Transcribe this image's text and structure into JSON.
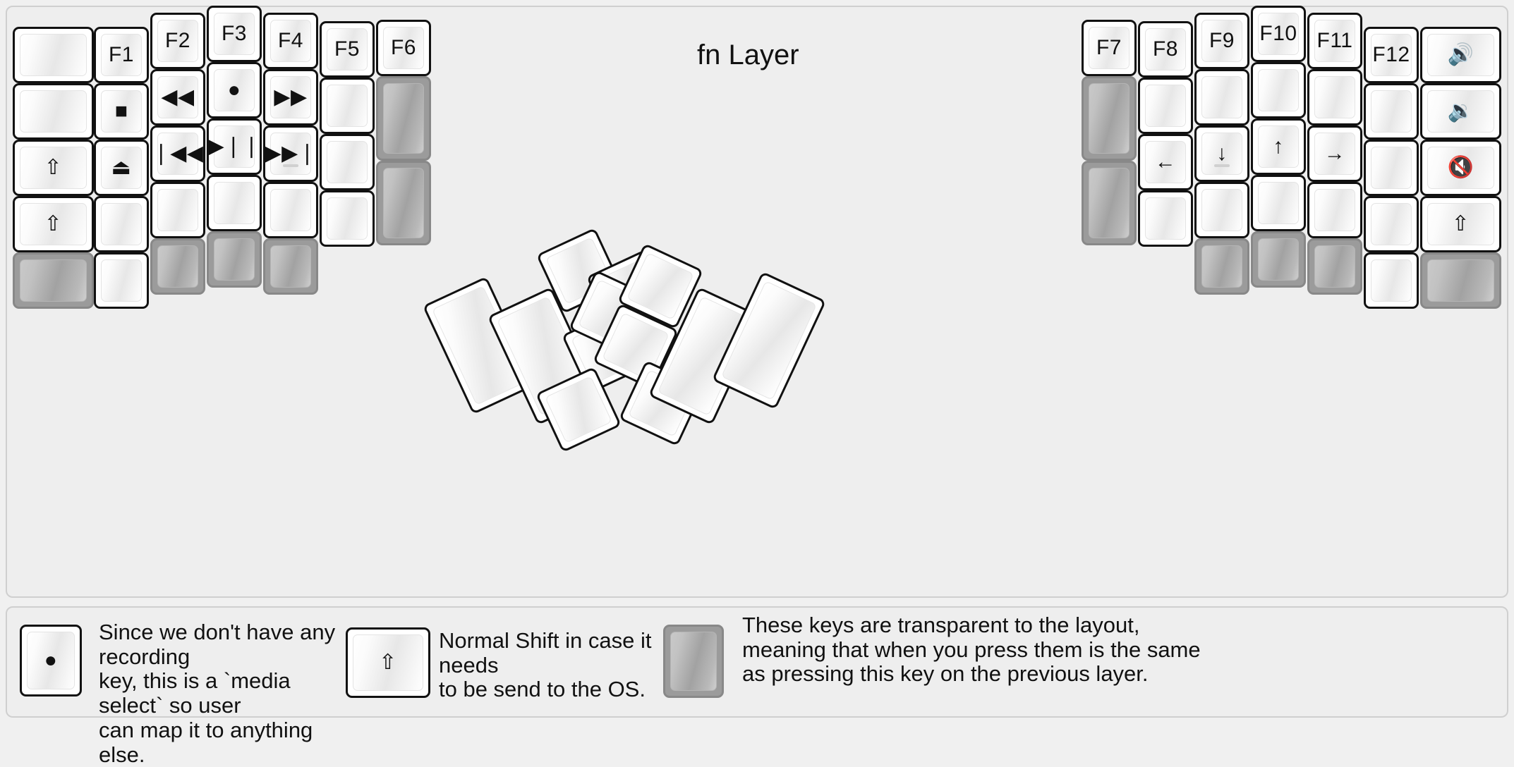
{
  "title": "fn Layer",
  "colors": {
    "background": "#f0f0f0",
    "panel": "#eeeeee",
    "key_border": "#111111",
    "key_face": "#ffffff",
    "transparent_key": "#9b9b9b",
    "text": "#111111"
  },
  "icons": {
    "caps_lock": "⇧",
    "shift": "⇧",
    "stop": "■",
    "eject": "⏏",
    "record": "●",
    "rewind": "◀◀",
    "fast_forward": "▶▶",
    "prev_track": "❘◀◀",
    "play_pause": "▶❘❘",
    "next_track": "▶▶❘",
    "volume_up": "🔊",
    "volume_down": "🔉",
    "mute": "🔇",
    "arrow_left": "←",
    "arrow_down": "↓",
    "arrow_up": "↑",
    "arrow_right": "→"
  },
  "left_half": {
    "columns": [
      {
        "name": "pinky-outer",
        "keys": [
          {
            "label": "",
            "kind": "normal"
          },
          {
            "label": "",
            "kind": "normal"
          },
          {
            "label": "⇧",
            "kind": "normal",
            "icon": "caps-lock-icon"
          },
          {
            "label": "⇧",
            "kind": "normal",
            "icon": "shift-icon"
          },
          {
            "label": "",
            "kind": "transparent"
          }
        ]
      },
      {
        "name": "pinky",
        "keys": [
          {
            "label": "F1",
            "kind": "normal"
          },
          {
            "label": "■",
            "kind": "normal",
            "icon": "stop-icon"
          },
          {
            "label": "⏏",
            "kind": "normal",
            "icon": "eject-icon"
          },
          {
            "label": "",
            "kind": "normal"
          },
          {
            "label": "",
            "kind": "normal"
          }
        ]
      },
      {
        "name": "ring",
        "keys": [
          {
            "label": "F2",
            "kind": "normal"
          },
          {
            "label": "◀◀",
            "kind": "normal",
            "icon": "rewind-icon"
          },
          {
            "label": "❘◀◀",
            "kind": "normal",
            "icon": "prev-track-icon"
          },
          {
            "label": "",
            "kind": "normal"
          },
          {
            "label": "",
            "kind": "transparent"
          }
        ]
      },
      {
        "name": "middle",
        "keys": [
          {
            "label": "F3",
            "kind": "normal"
          },
          {
            "label": "●",
            "kind": "normal",
            "icon": "record-icon"
          },
          {
            "label": "▶❘❘",
            "kind": "normal",
            "icon": "play-pause-icon"
          },
          {
            "label": "",
            "kind": "normal"
          },
          {
            "label": "",
            "kind": "transparent"
          }
        ]
      },
      {
        "name": "index",
        "keys": [
          {
            "label": "F4",
            "kind": "normal"
          },
          {
            "label": "▶▶",
            "kind": "normal",
            "icon": "fast-forward-icon"
          },
          {
            "label": "▶▶❘",
            "kind": "normal",
            "icon": "next-track-icon",
            "bump": true
          },
          {
            "label": "",
            "kind": "normal"
          },
          {
            "label": "",
            "kind": "transparent"
          }
        ]
      },
      {
        "name": "index-inner",
        "keys": [
          {
            "label": "F5",
            "kind": "normal"
          },
          {
            "label": "",
            "kind": "normal"
          },
          {
            "label": "",
            "kind": "normal"
          },
          {
            "label": "",
            "kind": "normal"
          }
        ]
      },
      {
        "name": "extra",
        "keys": [
          {
            "label": "F6",
            "kind": "normal"
          },
          {
            "label": "",
            "kind": "transparent",
            "tall": true
          },
          {
            "label": "",
            "kind": "transparent",
            "tall": true
          }
        ]
      }
    ]
  },
  "right_half": {
    "columns": [
      {
        "name": "extra",
        "keys": [
          {
            "label": "F7",
            "kind": "normal"
          },
          {
            "label": "",
            "kind": "transparent",
            "tall": true
          },
          {
            "label": "",
            "kind": "transparent",
            "tall": true
          }
        ]
      },
      {
        "name": "index-inner",
        "keys": [
          {
            "label": "F8",
            "kind": "normal"
          },
          {
            "label": "",
            "kind": "normal"
          },
          {
            "label": "←",
            "kind": "normal",
            "icon": "arrow-left-icon"
          },
          {
            "label": "",
            "kind": "normal"
          }
        ]
      },
      {
        "name": "index",
        "keys": [
          {
            "label": "F9",
            "kind": "normal"
          },
          {
            "label": "",
            "kind": "normal"
          },
          {
            "label": "↓",
            "kind": "normal",
            "icon": "arrow-down-icon",
            "bump": true
          },
          {
            "label": "",
            "kind": "normal"
          },
          {
            "label": "",
            "kind": "transparent"
          }
        ]
      },
      {
        "name": "middle",
        "keys": [
          {
            "label": "F10",
            "kind": "normal"
          },
          {
            "label": "",
            "kind": "normal"
          },
          {
            "label": "↑",
            "kind": "normal",
            "icon": "arrow-up-icon"
          },
          {
            "label": "",
            "kind": "normal"
          },
          {
            "label": "",
            "kind": "transparent"
          }
        ]
      },
      {
        "name": "ring",
        "keys": [
          {
            "label": "F11",
            "kind": "normal"
          },
          {
            "label": "",
            "kind": "normal"
          },
          {
            "label": "→",
            "kind": "normal",
            "icon": "arrow-right-icon"
          },
          {
            "label": "",
            "kind": "normal"
          },
          {
            "label": "",
            "kind": "transparent"
          }
        ]
      },
      {
        "name": "pinky",
        "keys": [
          {
            "label": "F12",
            "kind": "normal"
          },
          {
            "label": "",
            "kind": "normal"
          },
          {
            "label": "",
            "kind": "normal"
          },
          {
            "label": "",
            "kind": "normal"
          },
          {
            "label": "",
            "kind": "normal"
          }
        ]
      },
      {
        "name": "pinky-outer",
        "keys": [
          {
            "label": "🔊",
            "kind": "normal",
            "icon": "volume-up-icon"
          },
          {
            "label": "🔉",
            "kind": "normal",
            "icon": "volume-down-icon"
          },
          {
            "label": "🔇",
            "kind": "normal",
            "icon": "mute-icon"
          },
          {
            "label": "⇧",
            "kind": "normal",
            "icon": "shift-icon"
          },
          {
            "label": "",
            "kind": "transparent"
          }
        ]
      }
    ]
  },
  "left_thumb": {
    "keys": [
      {
        "label": "",
        "kind": "normal",
        "shape": "tall"
      },
      {
        "label": "",
        "kind": "normal",
        "shape": "tall"
      },
      {
        "label": "",
        "kind": "normal",
        "shape": "square"
      },
      {
        "label": "",
        "kind": "normal",
        "shape": "square"
      },
      {
        "label": "",
        "kind": "normal",
        "shape": "square"
      },
      {
        "label": "",
        "kind": "normal",
        "shape": "square"
      }
    ]
  },
  "right_thumb": {
    "keys": [
      {
        "label": "",
        "kind": "normal",
        "shape": "square"
      },
      {
        "label": "",
        "kind": "normal",
        "shape": "square"
      },
      {
        "label": "",
        "kind": "normal",
        "shape": "square"
      },
      {
        "label": "",
        "kind": "normal",
        "shape": "square"
      },
      {
        "label": "",
        "kind": "normal",
        "shape": "tall"
      },
      {
        "label": "",
        "kind": "normal",
        "shape": "tall"
      }
    ]
  },
  "legend": [
    {
      "key_glyph": "●",
      "key_icon": "record-icon",
      "key_kind": "normal",
      "text": "Since we don't have any recording\nkey, this is a `media select` so user\ncan map it to anything else."
    },
    {
      "key_glyph": "⇧",
      "key_icon": "shift-icon",
      "key_kind": "normal",
      "text": "Normal Shift in case it needs\nto be send to the OS."
    },
    {
      "key_glyph": "",
      "key_icon": "transparent-key-icon",
      "key_kind": "transparent",
      "text": "These keys are transparent to the layout,\nmeaning that when you press them is the same\nas pressing this key on the previous layer."
    }
  ]
}
